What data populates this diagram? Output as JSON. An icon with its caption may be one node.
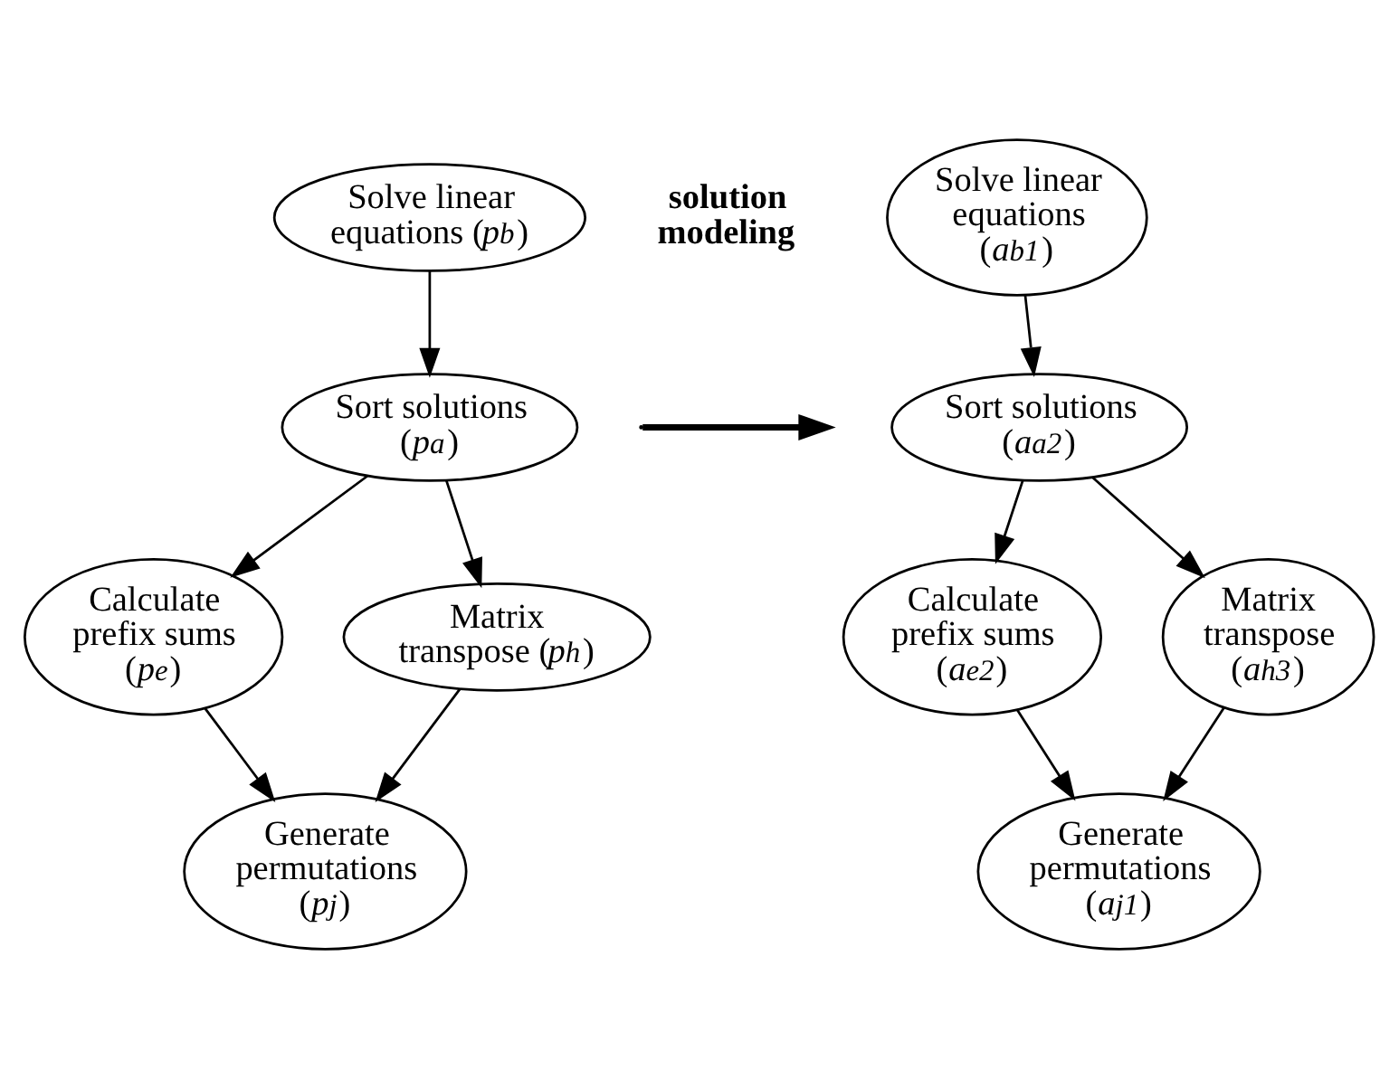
{
  "diagram": {
    "nodes": [
      {
        "text": [
          "Solve linear equations (*p*$_{b}$)"
        ]
      },
      {
        "text": [
          "Sort solutions (*p*$_{a}$)"
        ]
      },
      {
        "text": [
          "Calculate prefix sums (*p*$_{e}$)"
        ]
      },
      {
        "text": [
          "Matrix transpose (*p*$_{h}$)"
        ]
      },
      {
        "text": [
          "Generate permutations (*p*$_{j}$)"
        ]
      },
      {
        "text": [
          "Solve linear equations (*a*$_{b1}$)"
        ]
      },
      {
        "text": [
          "Sort solutions (*a*$_{a2}$)"
        ]
      },
      {
        "text": [
          "Calculate prefix sums (*a*$_{e2}$)"
        ]
      },
      {
        "text": [
          "Matrix transpose (*a*$_{h3}$)"
        ]
      },
      {
        "text": [
          "Generate permutations (*a*$_{j1}$)"
        ]
      }
    ],
    "edges": [
      {
        "from": 0,
        "to": 1,
        "arrow": "to"
      },
      {
        "from": 1,
        "to": 2,
        "arrow": "to"
      },
      {
        "from": 1,
        "to": 3,
        "arrow": "to"
      },
      {
        "from": 2,
        "to": 4,
        "arrow": "to"
      },
      {
        "from": 3,
        "to": 4,
        "arrow": "to"
      },
      {
        "from": 5,
        "to": 6,
        "arrow": "to"
      },
      {
        "from": 6,
        "to": 7,
        "arrow": "to"
      },
      {
        "from": 6,
        "to": 8,
        "arrow": "to"
      },
      {
        "from": 7,
        "to": 9,
        "arrow": "to"
      },
      {
        "from": 8,
        "to": 9,
        "arrow": "to"
      }
    ],
    "labels": [
      "solution modeling"
    ]
  }
}
